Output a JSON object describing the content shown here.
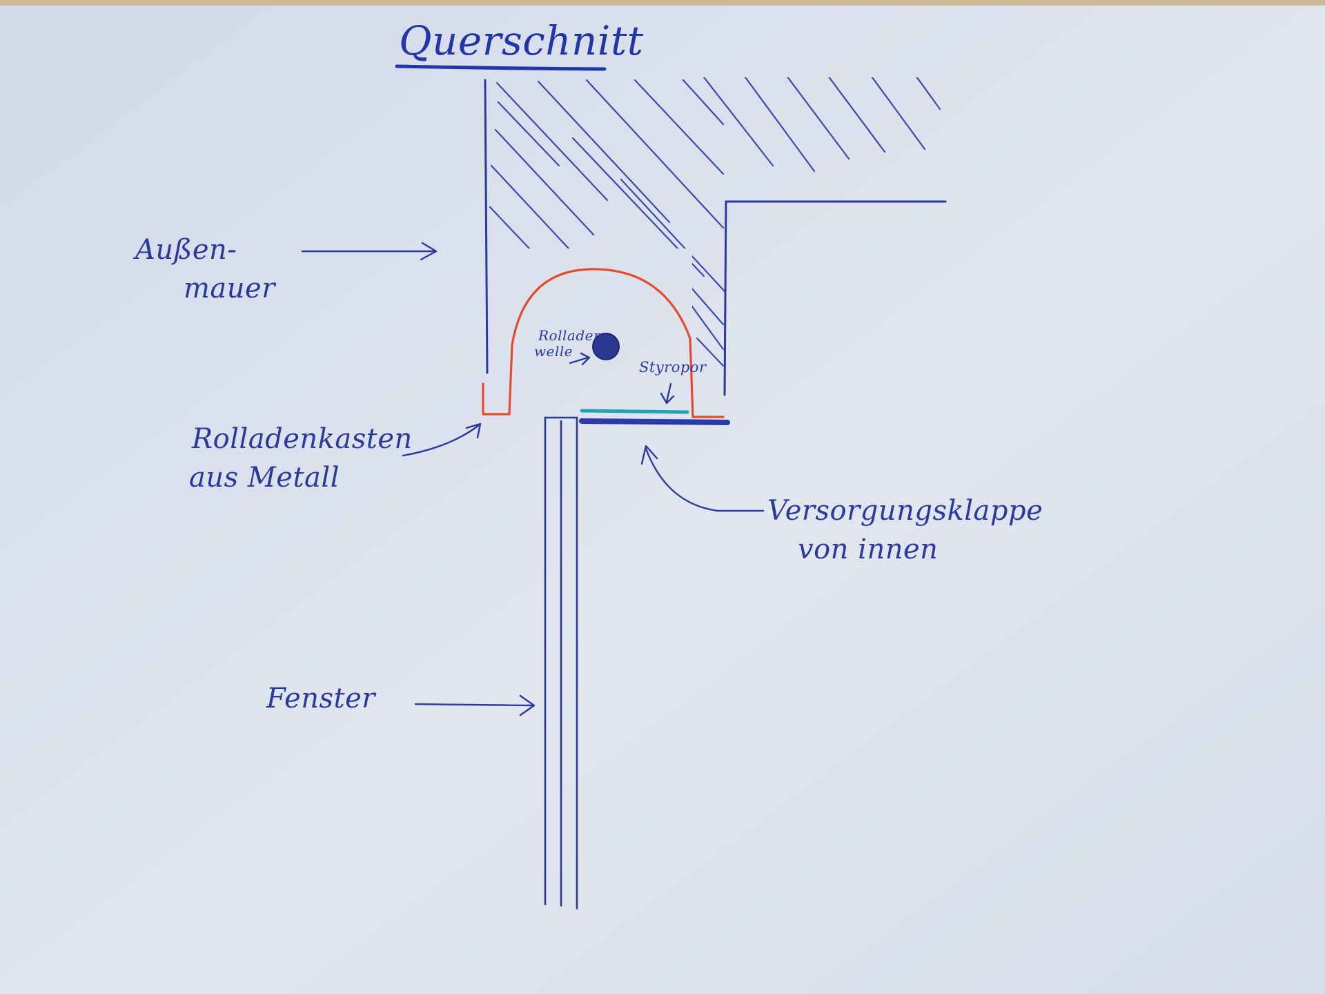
{
  "diagram": {
    "title": "Querschnitt",
    "labels": {
      "wall": [
        "Außen-",
        "mauer"
      ],
      "shutter_box": [
        "Rolladenkasten",
        "aus Metall"
      ],
      "service_flap": [
        "Versorgungsklappe",
        "von innen"
      ],
      "window": "Fenster",
      "shutter_shaft": [
        "Rolladen-",
        "welle"
      ],
      "insulation": "Styropor"
    },
    "colors": {
      "paper": "#dde3ef",
      "ink_blue": "#2a3a9c",
      "ink_red": "#e24b2c",
      "ink_cyan": "#22a3b4"
    }
  }
}
